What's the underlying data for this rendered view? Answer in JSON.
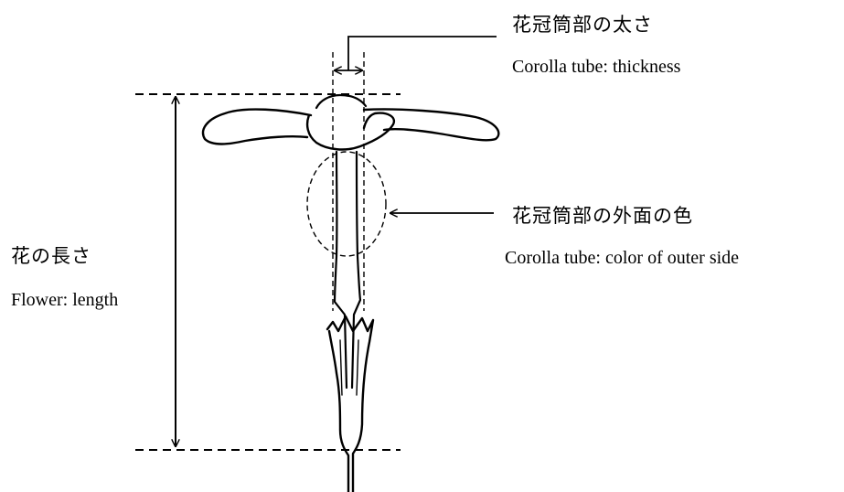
{
  "labels": {
    "thickness_jp": "花冠筒部の太さ",
    "thickness_en": "Corolla tube: thickness",
    "color_jp": "花冠筒部の外面の色",
    "color_en": "Corolla tube: color of outer side",
    "length_jp": "花の長さ",
    "length_en": "Flower: length"
  },
  "colors": {
    "ink": "#000000",
    "background": "#ffffff"
  }
}
